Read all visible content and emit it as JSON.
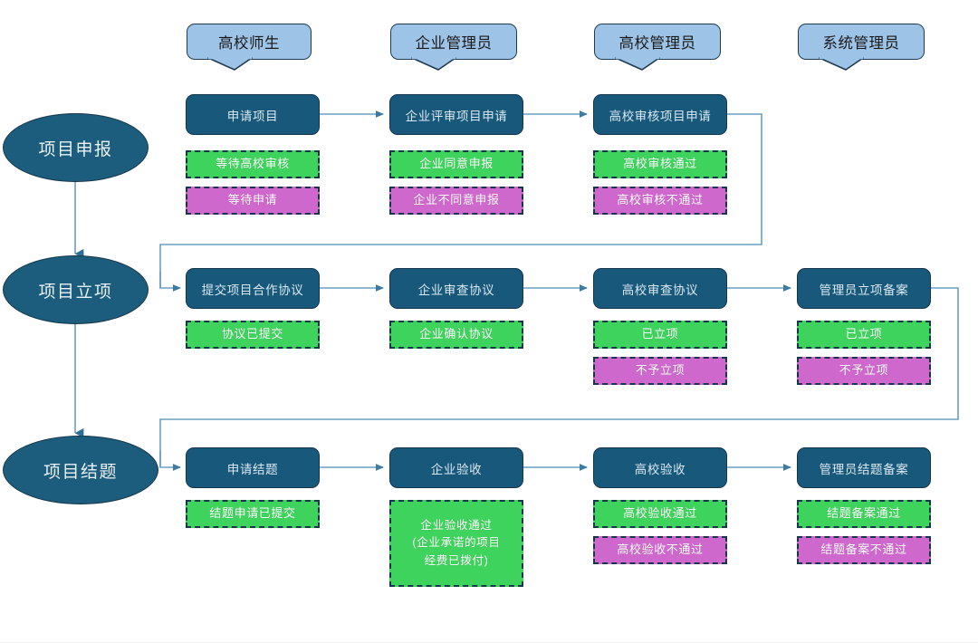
{
  "meta": {
    "title": "项目流程图",
    "colors": {
      "role_fill": "#9dc3e6",
      "phase_fill": "#1c5c7d",
      "step_fill": "#17587b",
      "status_ok": "#3ed35c",
      "status_no": "#cf68cc",
      "outline": "#16364a",
      "connector": "#6a9fc0",
      "background": "#ffffff"
    }
  },
  "roles": [
    {
      "label": "高校师生",
      "icon": "speech-bubble-icon"
    },
    {
      "label": "企业管理员",
      "icon": "speech-bubble-icon"
    },
    {
      "label": "高校管理员",
      "icon": "speech-bubble-icon"
    },
    {
      "label": "系统管理员",
      "icon": "speech-bubble-icon"
    }
  ],
  "phases": [
    {
      "label": "项目申报"
    },
    {
      "label": "项目立项"
    },
    {
      "label": "项目结题"
    }
  ],
  "rows": [
    {
      "phase": "项目申报",
      "steps": [
        {
          "label": "申请项目",
          "role": "高校师生",
          "statuses": [
            {
              "label": "等待高校审核",
              "kind": "ok"
            },
            {
              "label": "等待申请",
              "kind": "no"
            }
          ]
        },
        {
          "label": "企业评审项目申请",
          "role": "企业管理员",
          "statuses": [
            {
              "label": "企业同意申报",
              "kind": "ok"
            },
            {
              "label": "企业不同意申报",
              "kind": "no"
            }
          ]
        },
        {
          "label": "高校审核项目申请",
          "role": "高校管理员",
          "statuses": [
            {
              "label": "高校审核通过",
              "kind": "ok"
            },
            {
              "label": "高校审核不通过",
              "kind": "no"
            }
          ]
        }
      ]
    },
    {
      "phase": "项目立项",
      "steps": [
        {
          "label": "提交项目合作协议",
          "role": "高校师生",
          "statuses": [
            {
              "label": "协议已提交",
              "kind": "ok"
            }
          ]
        },
        {
          "label": "企业审查协议",
          "role": "企业管理员",
          "statuses": [
            {
              "label": "企业确认协议",
              "kind": "ok"
            }
          ]
        },
        {
          "label": "高校审查协议",
          "role": "高校管理员",
          "statuses": [
            {
              "label": "已立项",
              "kind": "ok"
            },
            {
              "label": "不予立项",
              "kind": "no"
            }
          ]
        },
        {
          "label": "管理员立项备案",
          "role": "系统管理员",
          "statuses": [
            {
              "label": "已立项",
              "kind": "ok"
            },
            {
              "label": "不予立项",
              "kind": "no"
            }
          ]
        }
      ]
    },
    {
      "phase": "项目结题",
      "steps": [
        {
          "label": "申请结题",
          "role": "高校师生",
          "statuses": [
            {
              "label": "结题申请已提交",
              "kind": "ok"
            }
          ]
        },
        {
          "label": "企业验收",
          "role": "企业管理员",
          "statuses": [
            {
              "label": "企业验收通过\n(企业承诺的项目\n经费已拨付)",
              "kind": "ok",
              "multiline": true
            }
          ]
        },
        {
          "label": "高校验收",
          "role": "高校管理员",
          "statuses": [
            {
              "label": "高校验收通过",
              "kind": "ok"
            },
            {
              "label": "高校验收不通过",
              "kind": "no"
            }
          ]
        },
        {
          "label": "管理员结题备案",
          "role": "系统管理员",
          "statuses": [
            {
              "label": "结题备案通过",
              "kind": "ok"
            },
            {
              "label": "结题备案不通过",
              "kind": "no"
            }
          ]
        }
      ]
    }
  ]
}
